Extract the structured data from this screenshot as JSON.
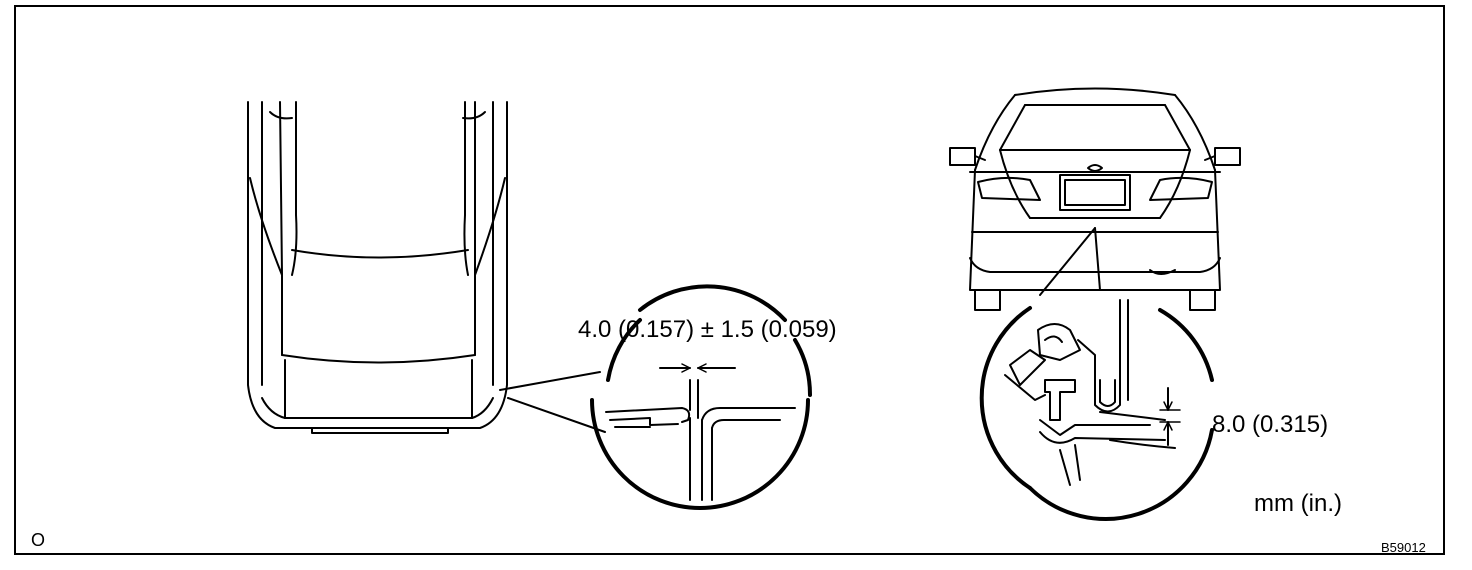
{
  "dimension_top": "4.0 (0.157) ± 1.5 (0.059)",
  "dimension_rear": "8.0 (0.315)",
  "units_label": "mm (in.)",
  "corner_mark": "O",
  "figure_code": "B59012"
}
